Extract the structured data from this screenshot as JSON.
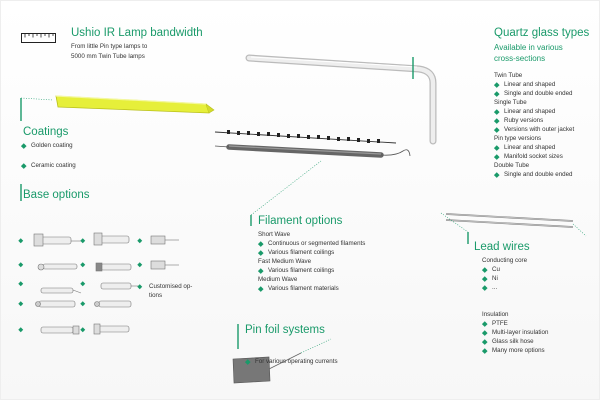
{
  "header": {
    "title": "Ushio IR Lamp bandwidth",
    "line1": "From little Pin type lamps to",
    "line2": "5000 mm Twin Tube lamps",
    "ruler_icon": "ruler-icon"
  },
  "coatings": {
    "title": "Coatings",
    "items": [
      "Golden coating",
      "Ceramic coating"
    ]
  },
  "base_options": {
    "title": "Base options",
    "customised": "Customised op-\ntions"
  },
  "filament": {
    "title": "Filament options",
    "groups": [
      {
        "name": "Short Wave",
        "items": [
          "Continuous or segmented filaments",
          "Various filament coilings"
        ]
      },
      {
        "name": "Fast Medium Wave",
        "items": [
          "Various filament coilings"
        ]
      },
      {
        "name": "Medium Wave",
        "items": [
          "Various filament materials"
        ]
      }
    ]
  },
  "pin_foil": {
    "title": "Pin foil systems",
    "items": [
      "For various operating currents"
    ]
  },
  "quartz": {
    "title": "Quartz glass types",
    "subtitle1": "Available in various",
    "subtitle2": "cross-sections",
    "groups": [
      {
        "name": "Twin Tube",
        "items": [
          "Linear and shaped",
          "Single and double ended"
        ]
      },
      {
        "name": "Single Tube",
        "items": [
          "Linear and shaped",
          "Ruby versions",
          "Versions with outer jacket"
        ]
      },
      {
        "name": "Pin type versions",
        "items": [
          "Linear and shaped",
          "Manifold socket sizes"
        ]
      },
      {
        "name": "Double Tube",
        "items": [
          "Single and double ended"
        ]
      }
    ]
  },
  "lead_wires": {
    "title": "Lead wires",
    "core_label": "Conducting core",
    "core_items": [
      "Cu",
      "Ni",
      "..."
    ],
    "insulation_label": "Insulation",
    "insulation_items": [
      "PTFE",
      "Multi-layer insulation",
      "Glass silk hose",
      "Many more options"
    ]
  },
  "colors": {
    "accent": "#1a9a6a",
    "coating_yellow": "#e6ef3a",
    "text": "#333333"
  }
}
